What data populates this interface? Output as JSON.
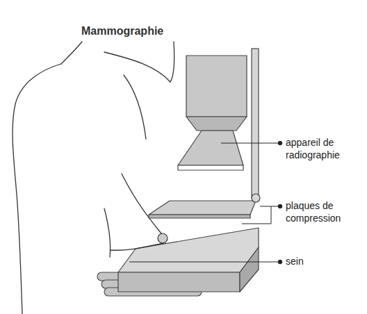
{
  "diagram": {
    "title": "Mammographie",
    "labels": [
      "appareil de radiographie",
      "plaques de compression",
      "sein"
    ]
  }
}
